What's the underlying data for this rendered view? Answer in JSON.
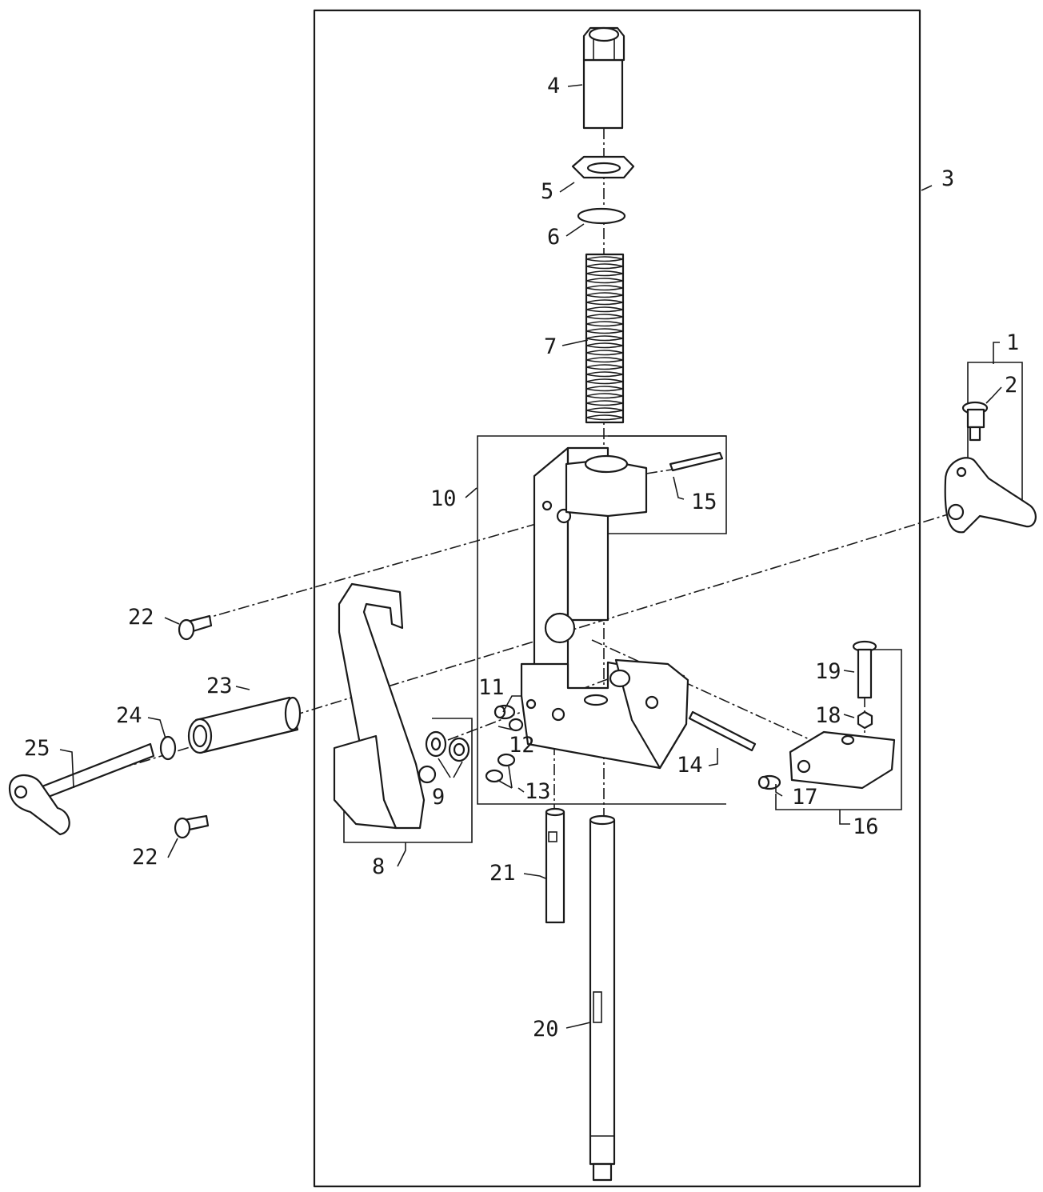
{
  "labels": {
    "p1": "1",
    "p2": "2",
    "p3": "3",
    "p4": "4",
    "p5": "5",
    "p6": "6",
    "p7": "7",
    "p8": "8",
    "p9": "9",
    "p10": "10",
    "p11": "11",
    "p12": "12",
    "p13": "13",
    "p14": "14",
    "p15": "15",
    "p16": "16",
    "p17": "17",
    "p18": "18",
    "p19": "19",
    "p20": "20",
    "p21": "21",
    "p22a": "22",
    "p22b": "22",
    "p23": "23",
    "p24": "24",
    "p25": "25"
  }
}
